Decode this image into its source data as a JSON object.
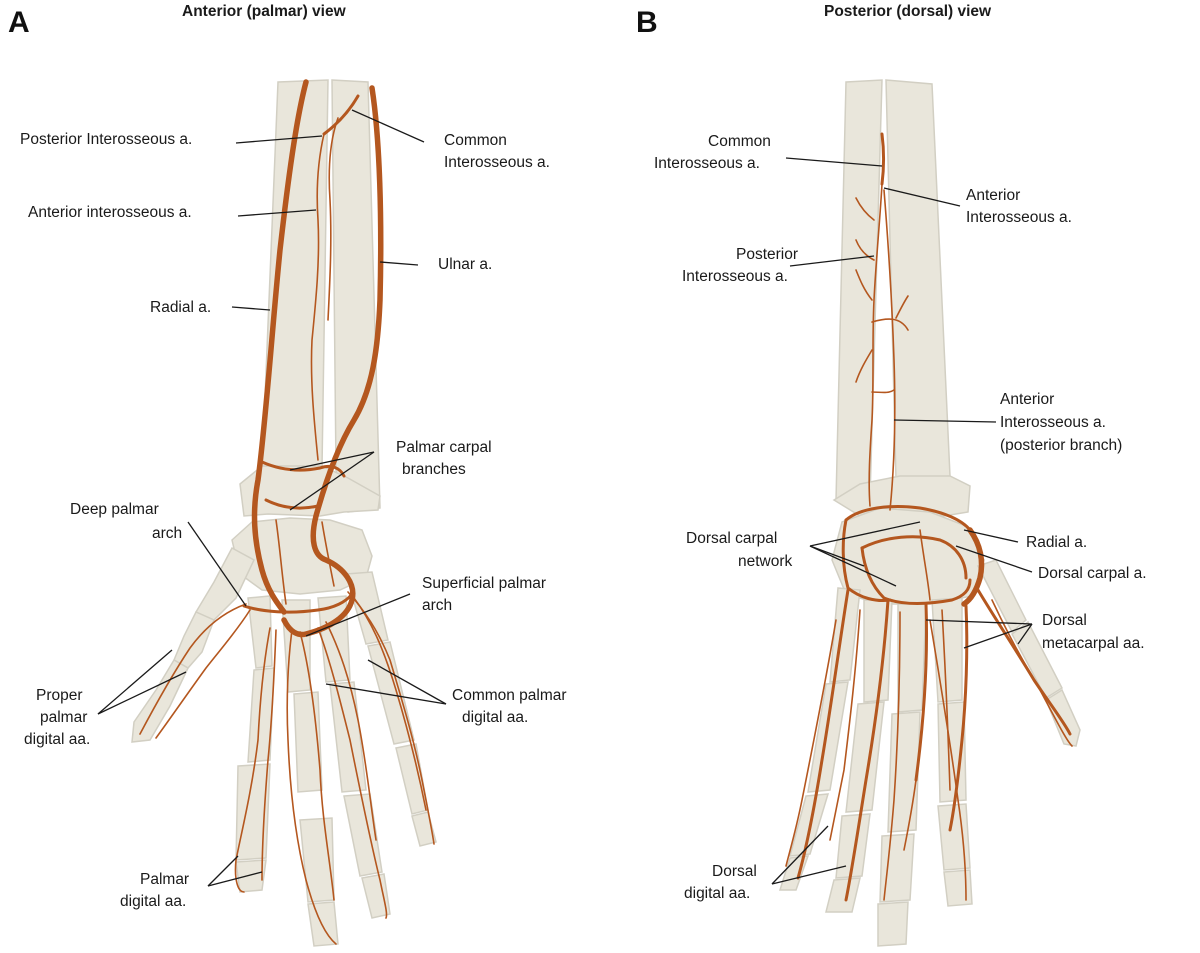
{
  "panel_a": {
    "letter": "A",
    "title": "Anterior (palmar) view",
    "labels": {
      "posterior_interosseous": "Posterior Interosseous a.",
      "common_interosseous_1": "Common",
      "common_interosseous_2": "Interosseous a.",
      "anterior_interosseous": "Anterior interosseous a.",
      "ulnar": "Ulnar a.",
      "radial": "Radial a.",
      "palmar_carpal_1": "Palmar carpal",
      "palmar_carpal_2": "branches",
      "deep_arch_1": "Deep palmar",
      "deep_arch_2": "arch",
      "superficial_arch_1": "Superficial palmar",
      "superficial_arch_2": "arch",
      "proper_digital_1": "Proper",
      "proper_digital_2": "palmar",
      "proper_digital_3": "digital aa.",
      "common_digital_1": "Common palmar",
      "common_digital_2": "digital aa.",
      "palmar_digital_1": "Palmar",
      "palmar_digital_2": "digital aa."
    }
  },
  "panel_b": {
    "letter": "B",
    "title": "Posterior (dorsal) view",
    "labels": {
      "common_interosseous_1": "Common",
      "common_interosseous_2": "Interosseous a.",
      "anterior_interosseous_1": "Anterior",
      "anterior_interosseous_2": "Interosseous a.",
      "posterior_interosseous_1": "Posterior",
      "posterior_interosseous_2": "Interosseous a.",
      "ant_post_branch_1": "Anterior",
      "ant_post_branch_2": "Interosseous a.",
      "ant_post_branch_3": "(posterior branch)",
      "dorsal_carpal_network_1": "Dorsal carpal",
      "dorsal_carpal_network_2": "network",
      "radial": "Radial a.",
      "dorsal_carpal": "Dorsal carpal a.",
      "dorsal_metacarpal_1": "Dorsal",
      "dorsal_metacarpal_2": "metacarpal aa.",
      "dorsal_digital_1": "Dorsal",
      "dorsal_digital_2": "digital aa."
    }
  },
  "colors": {
    "artery": "#b4571f",
    "bone": "#e9e6db",
    "bone_outline": "#d2cfc3",
    "text": "#1a1a1a"
  }
}
